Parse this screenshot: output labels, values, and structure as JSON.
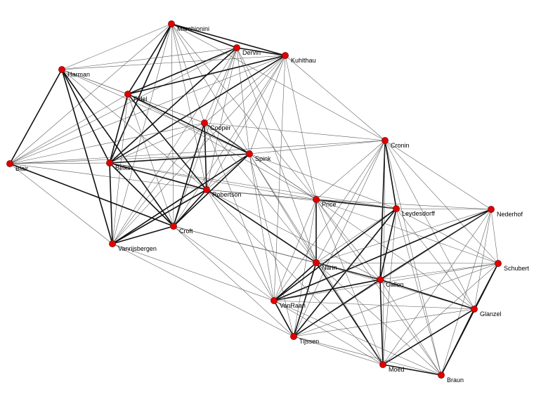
{
  "nodes": [
    {
      "id": "marchionini",
      "label": "Marchionini"
    },
    {
      "id": "dervin",
      "label": "Dervin"
    },
    {
      "id": "kuhlthau",
      "label": "Kuhlthau"
    },
    {
      "id": "harman",
      "label": "Harman"
    },
    {
      "id": "fidel",
      "label": "Fidel"
    },
    {
      "id": "cooper",
      "label": "Cooper"
    },
    {
      "id": "spink",
      "label": "Spink"
    },
    {
      "id": "blair",
      "label": "Blair"
    },
    {
      "id": "belkin",
      "label": "Belkin"
    },
    {
      "id": "robertson",
      "label": "Robertson"
    },
    {
      "id": "croft",
      "label": "Croft"
    },
    {
      "id": "vanrijsbergen",
      "label": "Vanrijsbergen"
    },
    {
      "id": "cronin",
      "label": "Cronin"
    },
    {
      "id": "price",
      "label": "Price"
    },
    {
      "id": "leydesdorff",
      "label": "Leydesdorff"
    },
    {
      "id": "nederhof",
      "label": "Nederhof"
    },
    {
      "id": "narin",
      "label": "Narin"
    },
    {
      "id": "callon",
      "label": "Callon"
    },
    {
      "id": "schubert",
      "label": "Schubert"
    },
    {
      "id": "vanraan",
      "label": "VanRaan"
    },
    {
      "id": "glanzel",
      "label": "Glanzel"
    },
    {
      "id": "tijssen",
      "label": "Tijssen"
    },
    {
      "id": "moed",
      "label": "Moed"
    },
    {
      "id": "braun",
      "label": "Braun"
    }
  ]
}
